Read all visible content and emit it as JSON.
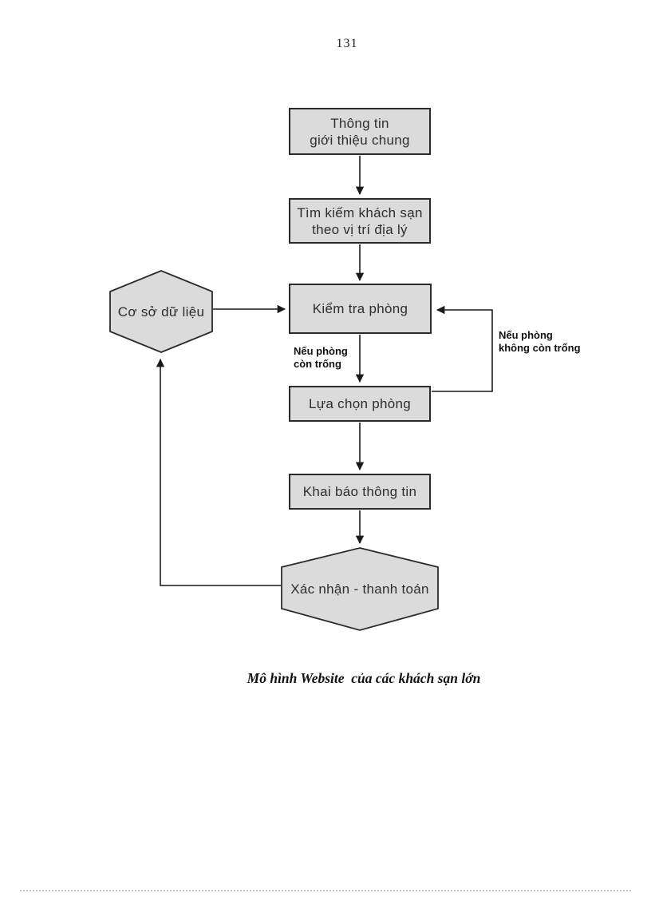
{
  "page": {
    "number": "131",
    "caption": "Mô hình Website  của các khách sạn lớn"
  },
  "flowchart": {
    "nodes": [
      {
        "id": "info",
        "shape": "rect",
        "label": "Thông tin\ngiới thiệu chung"
      },
      {
        "id": "search",
        "shape": "rect",
        "label": "Tìm kiếm khách sạn\ntheo vị trí địa lý"
      },
      {
        "id": "database",
        "shape": "hexagon",
        "label": "Cơ sở dữ liệu"
      },
      {
        "id": "check",
        "shape": "rect",
        "label": "Kiểm tra phòng"
      },
      {
        "id": "select",
        "shape": "rect",
        "label": "Lựa chọn phòng"
      },
      {
        "id": "declare",
        "shape": "rect",
        "label": "Khai báo thông tin"
      },
      {
        "id": "confirm",
        "shape": "hexagon",
        "label": "Xác nhận - thanh toán"
      }
    ],
    "edge_labels": {
      "room_available": "Nếu phòng\ncòn trống",
      "room_not_available": "Nếu phòng\nkhông còn trống"
    }
  },
  "colors": {
    "node_fill": "#dbdbdb",
    "node_border": "#2b2b2b",
    "node_text": "#2e2e2e",
    "connector": "#1a1a1a",
    "dotted_rule": "#c6c6c6"
  }
}
